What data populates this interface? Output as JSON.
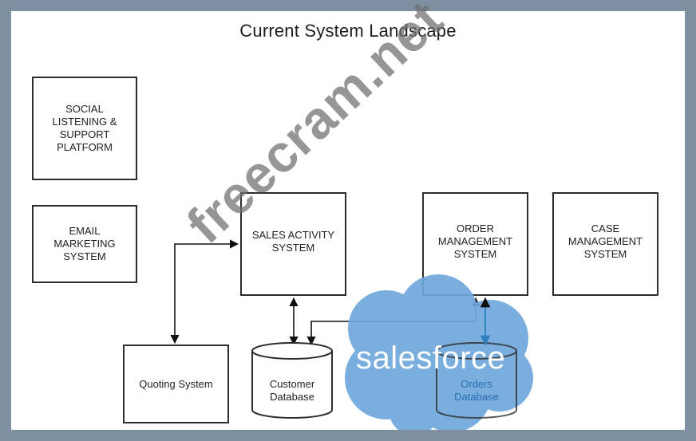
{
  "title": "Current System Landscape",
  "boxes": {
    "social": "SOCIAL\nLISTENING &\nSUPPORT\nPLATFORM",
    "email": "EMAIL\nMARKETING\nSYSTEM",
    "sales": "SALES ACTIVITY\nSYSTEM",
    "order": "ORDER\nMANAGEMENT\nSYSTEM",
    "case": "CASE\nMANAGEMENT\nSYSTEM",
    "quoting": "Quoting System"
  },
  "databases": {
    "customer": "Customer\nDatabase",
    "orders": "Orders\nDatabase"
  },
  "logo_text": "salesforce",
  "watermark": "freecram.net",
  "colors": {
    "line": "#111111",
    "cloud": "#6fa8dc",
    "orders_link": "#2f7fc1",
    "orders_label": "#2a6db0"
  }
}
